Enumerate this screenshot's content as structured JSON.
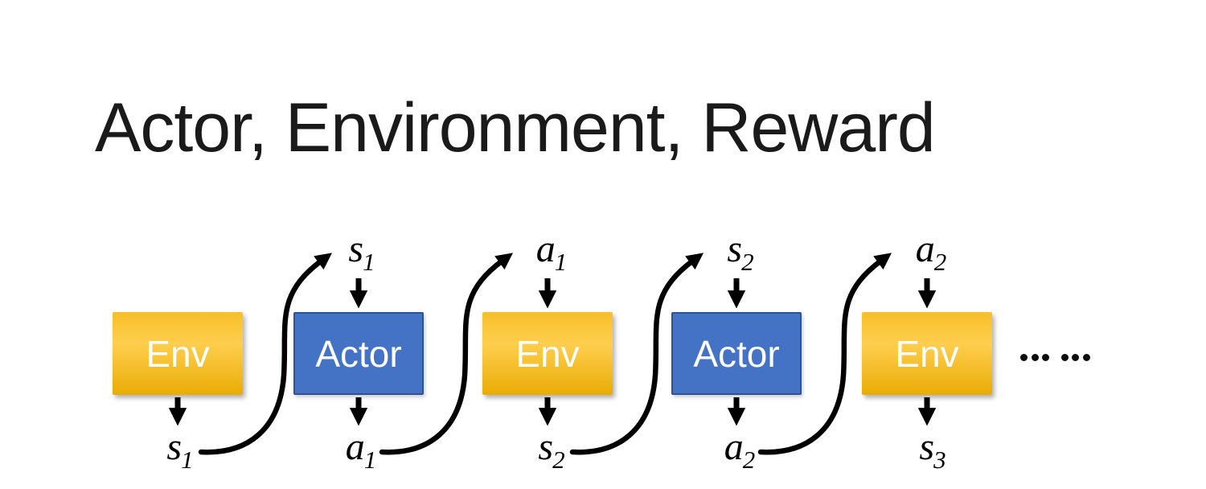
{
  "slide": {
    "title": "Actor, Environment, Reward"
  },
  "diagram": {
    "boxes": [
      {
        "id": "env-1",
        "label": "Env",
        "type": "env"
      },
      {
        "id": "actor-1",
        "label": "Actor",
        "type": "actor"
      },
      {
        "id": "env-2",
        "label": "Env",
        "type": "env"
      },
      {
        "id": "actor-2",
        "label": "Actor",
        "type": "actor"
      },
      {
        "id": "env-3",
        "label": "Env",
        "type": "env"
      }
    ],
    "top_labels": [
      {
        "base": "s",
        "sub": "1"
      },
      {
        "base": "a",
        "sub": "1"
      },
      {
        "base": "s",
        "sub": "2"
      },
      {
        "base": "a",
        "sub": "2"
      }
    ],
    "bottom_labels": [
      {
        "base": "s",
        "sub": "1"
      },
      {
        "base": "a",
        "sub": "1"
      },
      {
        "base": "s",
        "sub": "2"
      },
      {
        "base": "a",
        "sub": "2"
      },
      {
        "base": "s",
        "sub": "3"
      }
    ],
    "ellipsis": "……",
    "colors": {
      "title": "#1A1A1A",
      "box_text": "#FFFFFF",
      "env_top": "#F7BF28",
      "env_mid": "#FFCE4E",
      "env_bottom": "#E9AC04",
      "actor_fill": "#4472C4",
      "actor_border": "#2E5395",
      "arrow": "#000000"
    }
  }
}
